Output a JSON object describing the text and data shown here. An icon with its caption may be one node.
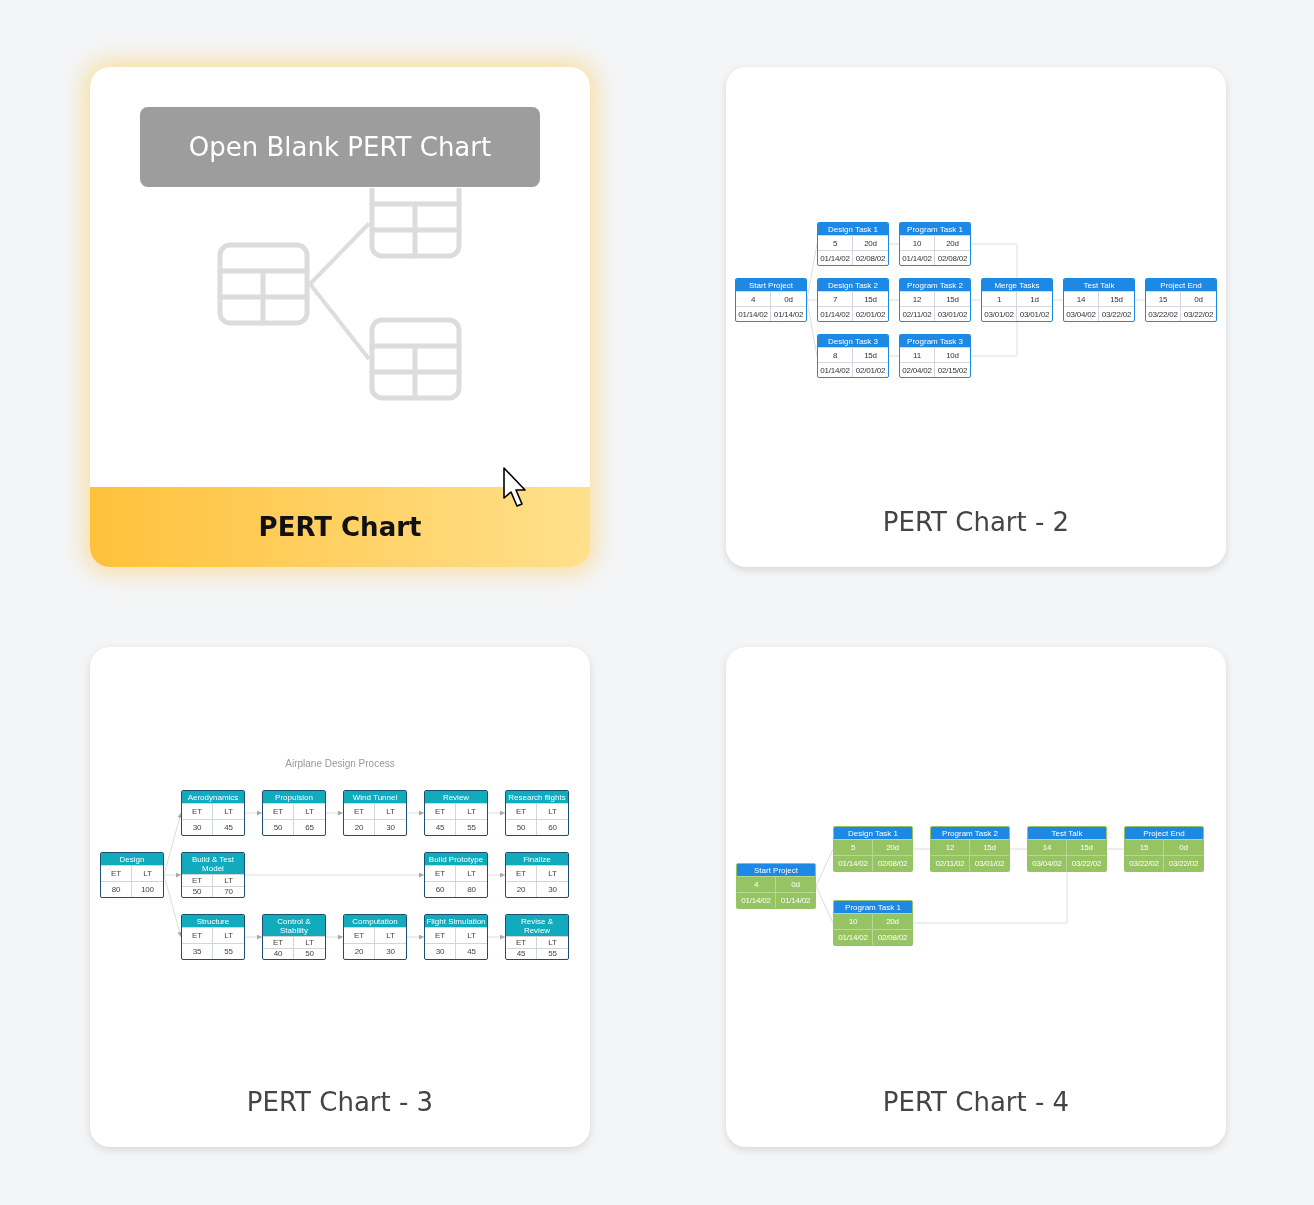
{
  "diagram": {
    "nodes": [
      {
        "text": [
          "PERT Chart"
        ]
      },
      {
        "text": [
          "Open Blank PERT Chart"
        ],
        "in": 0
      },
      {
        "text": [],
        "shape": "box",
        "in": 0
      },
      {
        "text": [],
        "shape": "box",
        "in": 0
      },
      {
        "text": [],
        "shape": "box",
        "in": 0
      },
      {
        "text": [
          "PERT Chart - 2"
        ]
      },
      {
        "text": [
          "Design Task 1",
          "5",
          "20d",
          "01/14/02",
          "02/08/02"
        ],
        "in": 5
      },
      {
        "text": [
          "Program Task 1",
          "10",
          "20d",
          "01/14/02",
          "02/08/02"
        ],
        "in": 5
      },
      {
        "text": [
          "Start Project",
          "4",
          "0d",
          "01/14/02",
          "01/14/02"
        ],
        "in": 5
      },
      {
        "text": [
          "Design Task 2",
          "7",
          "15d",
          "01/14/02",
          "02/01/02"
        ],
        "in": 5
      },
      {
        "text": [
          "Program Task 2",
          "12",
          "15d",
          "02/11/02",
          "03/01/02"
        ],
        "in": 5
      },
      {
        "text": [
          "Merge Tasks",
          "1",
          "1d",
          "03/01/02",
          "03/01/02"
        ],
        "in": 5
      },
      {
        "text": [
          "Test Talk",
          "14",
          "15d",
          "03/04/02",
          "03/22/02"
        ],
        "in": 5
      },
      {
        "text": [
          "Project End",
          "15",
          "0d",
          "03/22/02",
          "03/22/02"
        ],
        "in": 5
      },
      {
        "text": [
          "Design Task 3",
          "8",
          "15d",
          "01/14/02",
          "02/01/02"
        ],
        "in": 5
      },
      {
        "text": [
          "Program Task 3",
          "11",
          "10d",
          "02/04/02",
          "02/15/02"
        ],
        "in": 5
      },
      {
        "text": [
          "PERT Chart - 3"
        ]
      },
      {
        "text": [
          "Aerodynamics",
          "ET",
          "LT",
          "30",
          "45"
        ],
        "in": 16
      },
      {
        "text": [
          "Propulsion",
          "ET",
          "LT",
          "50",
          "65"
        ],
        "in": 16
      },
      {
        "text": [
          "Wind Tunnel",
          "ET",
          "LT",
          "20",
          "30"
        ],
        "in": 16
      },
      {
        "text": [
          "Review",
          "ET",
          "LT",
          "45",
          "55"
        ],
        "in": 16
      },
      {
        "text": [
          "Research flights",
          "ET",
          "LT",
          "50",
          "60"
        ],
        "in": 16
      },
      {
        "text": [
          "Design",
          "ET",
          "LT",
          "80",
          "100"
        ],
        "in": 16
      },
      {
        "text": [
          "Build & Test Model",
          "ET",
          "LT",
          "50",
          "70"
        ],
        "in": 16
      },
      {
        "text": [
          "Build Prototype",
          "ET",
          "LT",
          "60",
          "80"
        ],
        "in": 16
      },
      {
        "text": [
          "Finalize",
          "ET",
          "LT",
          "20",
          "30"
        ],
        "in": 16
      },
      {
        "text": [
          "Structure",
          "ET",
          "LT",
          "35",
          "55"
        ],
        "in": 16
      },
      {
        "text": [
          "Control & Stability",
          "ET",
          "LT",
          "40",
          "50"
        ],
        "in": 16
      },
      {
        "text": [
          "Computation",
          "ET",
          "LT",
          "20",
          "30"
        ],
        "in": 16
      },
      {
        "text": [
          "Flight Simulation",
          "ET",
          "LT",
          "30",
          "45"
        ],
        "in": 16
      },
      {
        "text": [
          "Revise & Review",
          "ET",
          "LT",
          "45",
          "55"
        ],
        "in": 16
      },
      {
        "text": [
          "PERT Chart - 4"
        ]
      },
      {
        "text": [
          "Design Task 1",
          "5",
          "20d",
          "01/14/02",
          "02/08/02"
        ],
        "in": 31
      },
      {
        "text": [
          "Program Task 2",
          "12",
          "15d",
          "02/11/02",
          "03/01/02"
        ],
        "in": 31
      },
      {
        "text": [
          "Test Talk",
          "14",
          "15d",
          "03/04/02",
          "03/22/02"
        ],
        "in": 31
      },
      {
        "text": [
          "Project End",
          "15",
          "0d",
          "03/22/02",
          "03/22/02"
        ],
        "in": 31
      },
      {
        "text": [
          "Start Project",
          "4",
          "0d",
          "01/14/02",
          "01/14/02"
        ],
        "in": 31
      },
      {
        "text": [
          "Program Task 1",
          "10",
          "20d",
          "01/14/02",
          "02/08/02"
        ],
        "in": 31
      }
    ],
    "edges": [
      {
        "from": 2,
        "to": 3,
        "arrow": "none",
        "style": "thick"
      },
      {
        "from": 2,
        "to": 4,
        "arrow": "none",
        "style": "thick"
      },
      {
        "from": 8,
        "to": 6,
        "arrow": "none"
      },
      {
        "from": 8,
        "to": 9,
        "arrow": "none"
      },
      {
        "from": 8,
        "to": 14,
        "arrow": "none"
      },
      {
        "from": 6,
        "to": 7,
        "arrow": "none"
      },
      {
        "from": 9,
        "to": 10,
        "arrow": "none"
      },
      {
        "from": 14,
        "to": 15,
        "arrow": "none"
      },
      {
        "from": 7,
        "to": 11,
        "arrow": "none"
      },
      {
        "from": 10,
        "to": 11,
        "arrow": "none"
      },
      {
        "from": 15,
        "to": 11,
        "arrow": "none"
      },
      {
        "from": 11,
        "to": 12,
        "arrow": "none"
      },
      {
        "from": 12,
        "to": 13,
        "arrow": "none"
      },
      {
        "from": 22,
        "to": 17,
        "arrow": "to"
      },
      {
        "from": 22,
        "to": 23,
        "arrow": "to"
      },
      {
        "from": 22,
        "to": 26,
        "arrow": "to"
      },
      {
        "from": 17,
        "to": 18,
        "arrow": "to"
      },
      {
        "from": 18,
        "to": 19,
        "arrow": "to"
      },
      {
        "from": 19,
        "to": 20,
        "arrow": "to"
      },
      {
        "from": 20,
        "to": 21,
        "arrow": "to"
      },
      {
        "from": 23,
        "to": 24,
        "arrow": "to"
      },
      {
        "from": 24,
        "to": 25,
        "arrow": "to"
      },
      {
        "from": 26,
        "to": 27,
        "arrow": "to"
      },
      {
        "from": 27,
        "to": 28,
        "arrow": "to"
      },
      {
        "from": 28,
        "to": 29,
        "arrow": "to"
      },
      {
        "from": 29,
        "to": 30,
        "arrow": "to"
      },
      {
        "from": 36,
        "to": 32,
        "arrow": "none"
      },
      {
        "from": 36,
        "to": 37,
        "arrow": "none"
      },
      {
        "from": 32,
        "to": 33,
        "arrow": "none"
      },
      {
        "from": 33,
        "to": 34,
        "arrow": "none"
      },
      {
        "from": 37,
        "to": 34,
        "arrow": "none"
      },
      {
        "from": 34,
        "to": 35,
        "arrow": "none"
      }
    ],
    "labels": [
      "Airplane Design Process"
    ]
  }
}
